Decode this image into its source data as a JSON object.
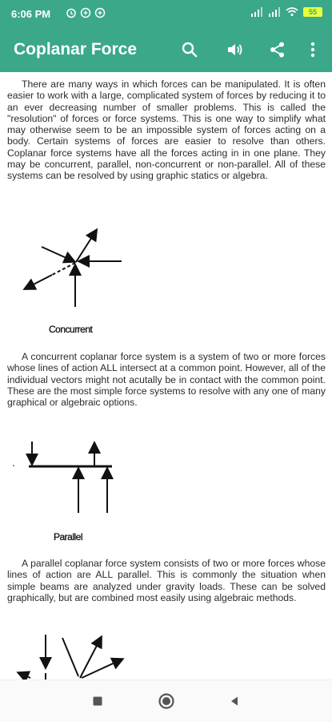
{
  "status_bar": {
    "time": "6:06 PM",
    "battery": "55"
  },
  "app_bar": {
    "title": "Coplanar Force"
  },
  "content": {
    "paragraph_1": "There are many ways in which forces can be manipulated. It is often easier to work with a large, complicated system of forces by reducing it to an ever decreasing number of smaller problems. This is called the \"resolution\" of forces or force systems. This is one way to simplify what may otherwise seem to be an impossible system of forces acting on a body. Certain systems of forces are easier to resolve than others. Coplanar force systems have all the forces acting in in one plane. They may be concurrent, parallel, non-concurrent or non-parallel. All of these systems can be resolved by using graphic statics or algebra.",
    "figure_1_caption": "Concurrent",
    "paragraph_2": "A concurrent coplanar force system is a system of two or more forces whose lines of action ALL intersect at a common point. However, all of the individual vectors might not acutally be in contact with the common point. These are the most simple force systems to resolve with any one of many graphical or algebraic options.",
    "figure_2_caption": "Parallel",
    "paragraph_3": "A parallel coplanar force system consists of two or more forces whose lines of action are ALL parallel. This is commonly the situation when simple beams are analyzed under gravity loads. These can be solved graphically, but are combined most easily using algebraic methods."
  },
  "colors": {
    "accent": "#3aa889",
    "text": "#2b2b2b"
  },
  "icons": [
    "search-icon",
    "volume-icon",
    "share-icon",
    "more-vert-icon",
    "stop-icon",
    "home-icon",
    "back-icon"
  ]
}
